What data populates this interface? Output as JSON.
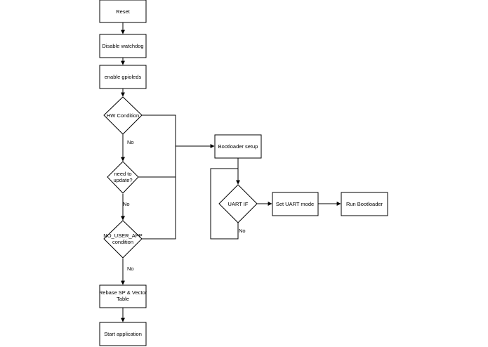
{
  "nodes": {
    "reset": "Reset",
    "disable_watchdog": "Disable watchdog",
    "enable_gpioleds": "enable gpioleds",
    "hw_condition": "HW Condition",
    "need_update_1": "need to",
    "need_update_2": "update?",
    "no_user_app_1": "NO_USER_APP",
    "no_user_app_2": "condition",
    "rebase_1": "Rebase SP & Vector",
    "rebase_2": "Table",
    "start_application": "Start application",
    "bootloader_setup": "Bootloader setup",
    "uart_if": "UART IF",
    "set_uart_mode": "Set UART mode",
    "run_bootloader": "Run Bootloader"
  },
  "edge_labels": {
    "no_hw": "No",
    "no_update": "No",
    "no_user_app": "No",
    "no_uart": "No"
  }
}
